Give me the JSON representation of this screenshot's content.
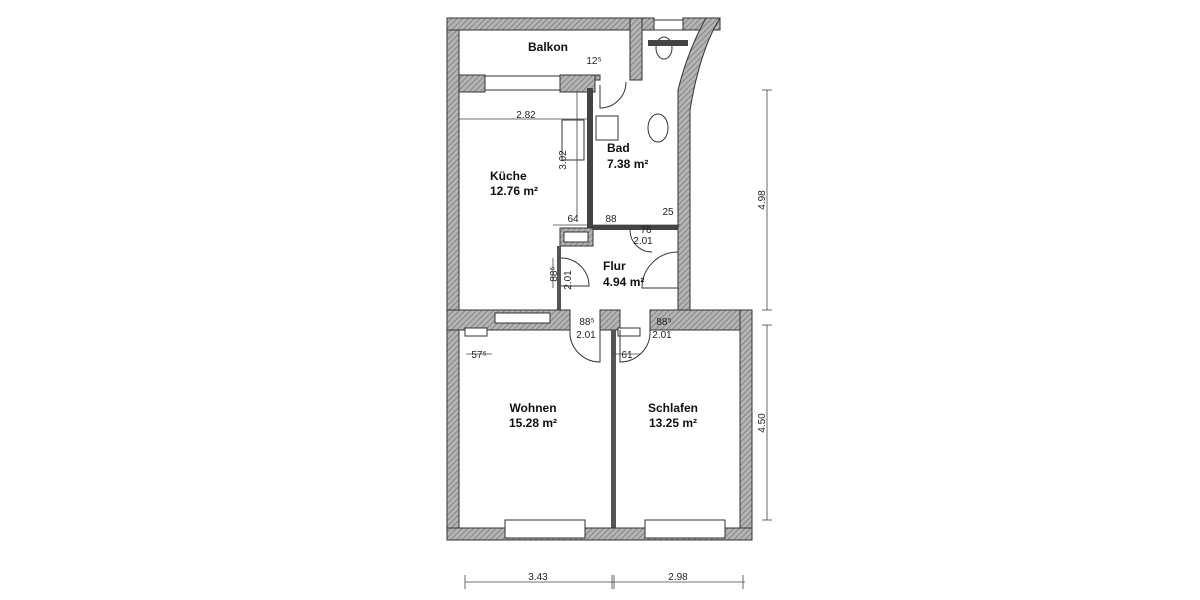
{
  "rooms": [
    {
      "name": "Balkon",
      "area": ""
    },
    {
      "name": "Küche",
      "area": "12.76 m²"
    },
    {
      "name": "Bad",
      "area": "7.38 m²"
    },
    {
      "name": "Flur",
      "area": "4.94 m²"
    },
    {
      "name": "Wohnen",
      "area": "15.28 m²"
    },
    {
      "name": "Schlafen",
      "area": "13.25 m²"
    }
  ],
  "dimensions": {
    "balkon_gap": "12⁵",
    "kueche_width": "2.82",
    "kueche_depth": "3.02",
    "d64": "64",
    "d88": "88",
    "d25": "25",
    "bad_door_width": "76",
    "bad_door_height": "2.01",
    "flur_door_width": "88⁵",
    "flur_door_height": "2.01",
    "wohnen_door_width": "88⁵",
    "wohnen_door_height": "2.01",
    "schlafen_door_width": "88⁵",
    "schlafen_door_height": "2.01",
    "wohnen_reveal": "57⁵",
    "schlafen_reveal": "61",
    "right_upper": "4.98",
    "right_lower": "4.50",
    "bottom_left": "3.43",
    "bottom_right": "2.98"
  },
  "colors": {
    "wall": "#9a9a9a",
    "line": "#333333"
  }
}
